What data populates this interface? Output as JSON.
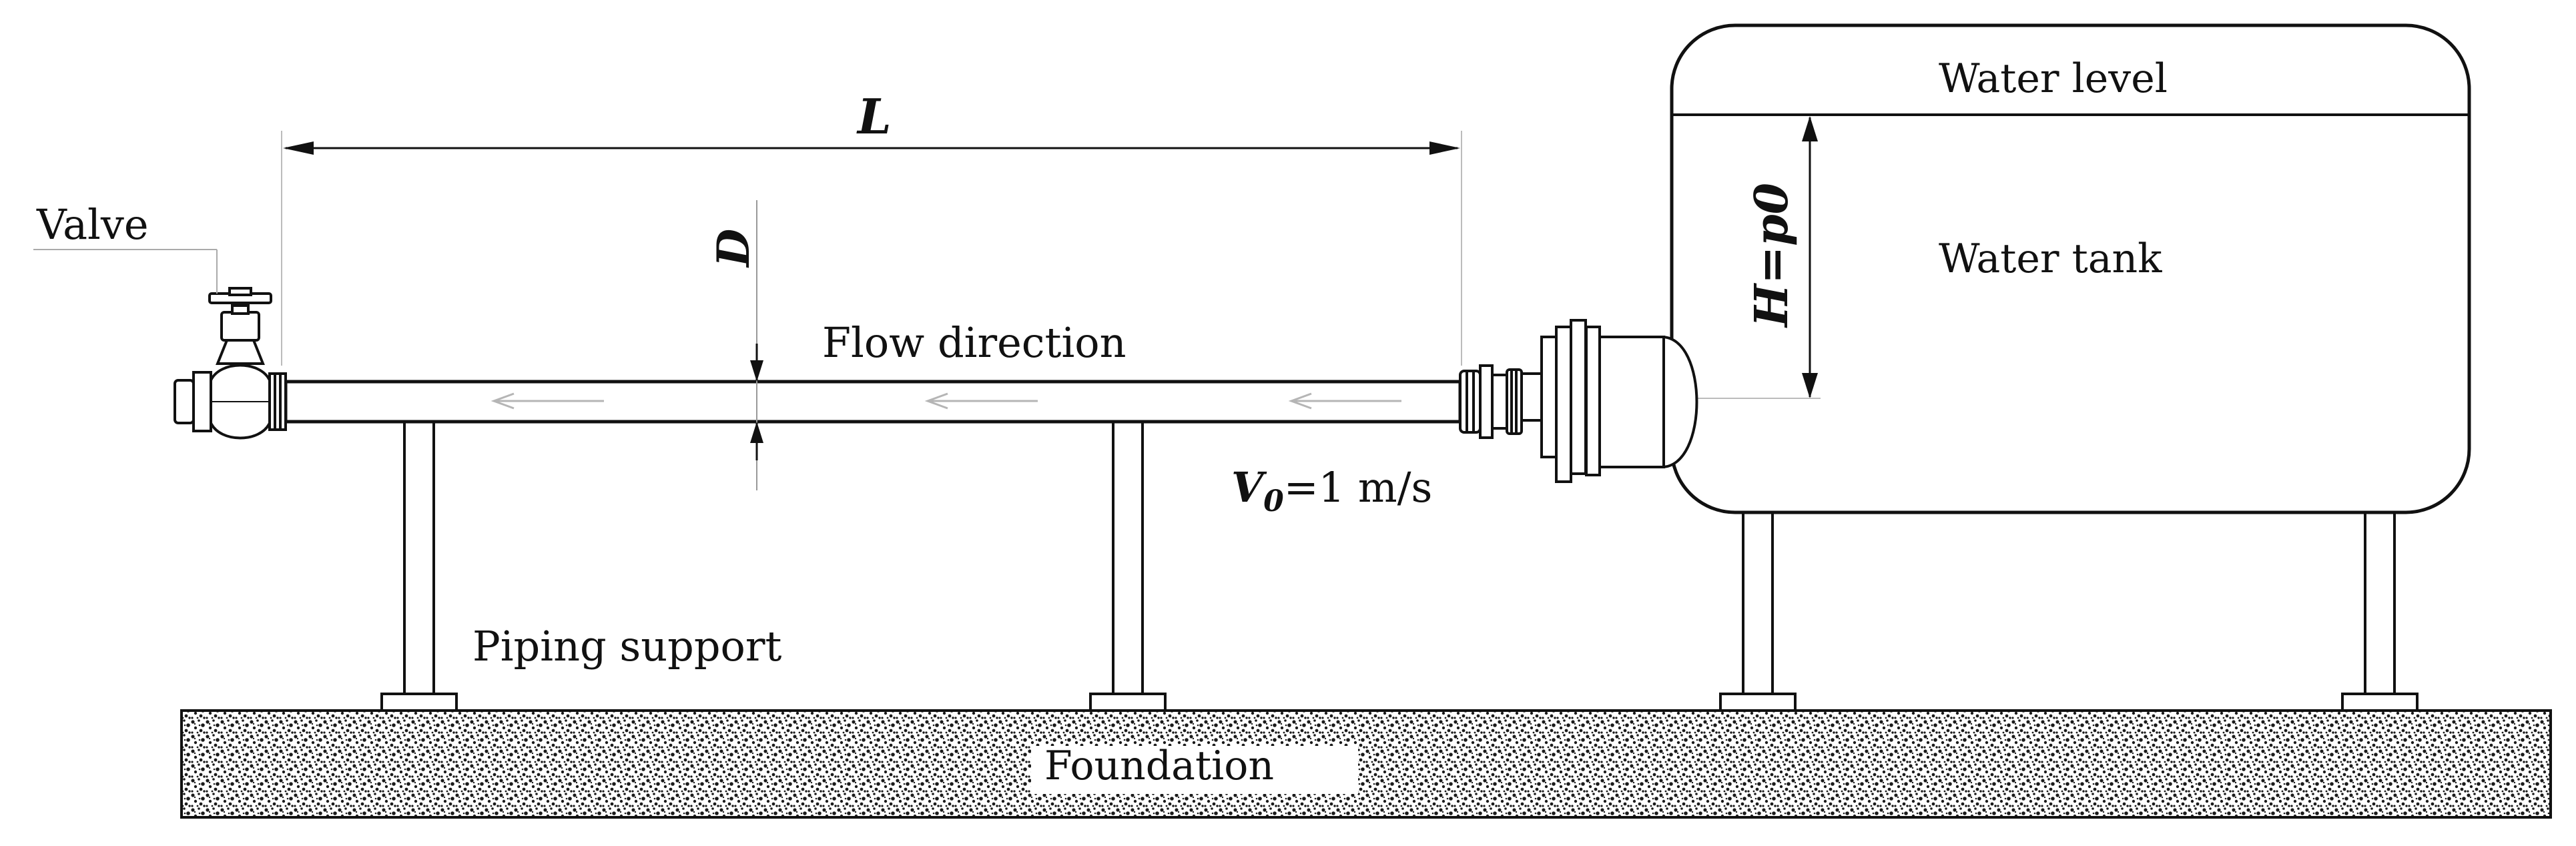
{
  "labels": {
    "length": "L",
    "diameter": "D",
    "valve": "Valve",
    "flow_direction": "Flow direction",
    "velocity_symbol": "V",
    "velocity_subscript": "0",
    "velocity_value": "=1 m/s",
    "piping_support": "Piping support",
    "foundation": "Foundation",
    "water_level": "Water level",
    "water_tank": "Water tank",
    "head": "H",
    "head_value": "=p0"
  },
  "colors": {
    "line": "#111111",
    "arrow_gray": "#b5b5b5",
    "background": "#ffffff"
  }
}
